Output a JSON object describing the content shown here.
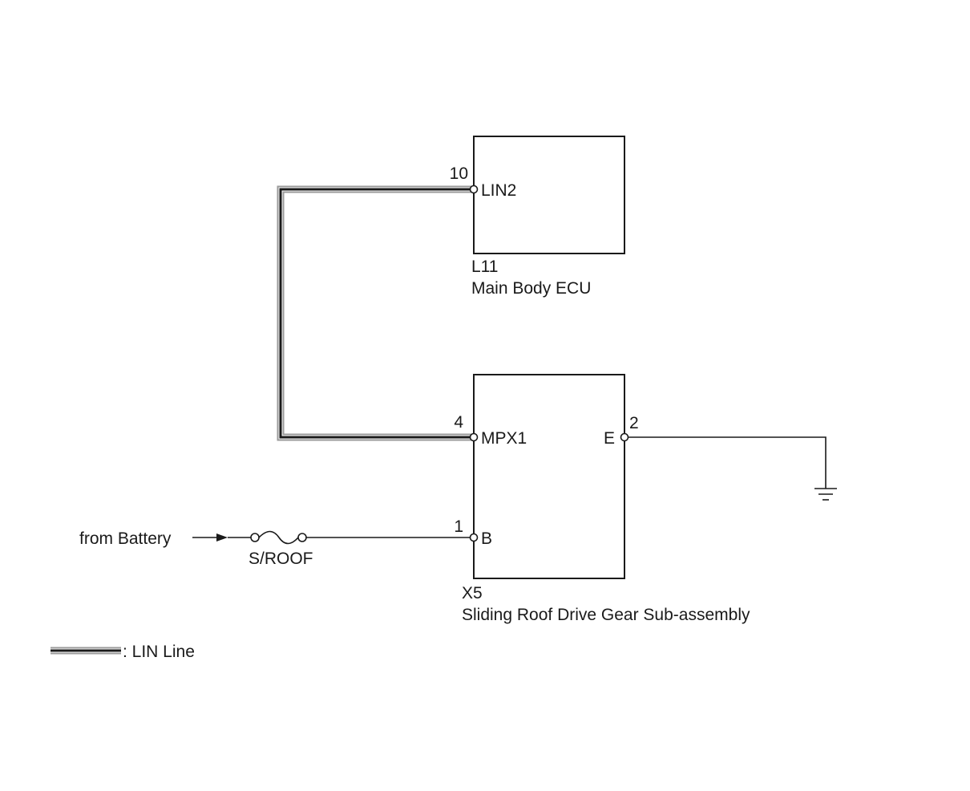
{
  "ecu": {
    "connector": "L11",
    "name": "Main Body ECU",
    "pin_number": "10",
    "pin_label": "LIN2"
  },
  "motor": {
    "connector": "X5",
    "name": "Sliding Roof Drive Gear Sub-assembly",
    "pins": [
      {
        "number": "4",
        "label": "MPX1"
      },
      {
        "number": "1",
        "label": "B"
      },
      {
        "number": "2",
        "label": "E"
      }
    ]
  },
  "supply": {
    "source_label": "from Battery",
    "fuse_label": "S/ROOF"
  },
  "legend": {
    "lin_line_label": ": LIN Line"
  }
}
